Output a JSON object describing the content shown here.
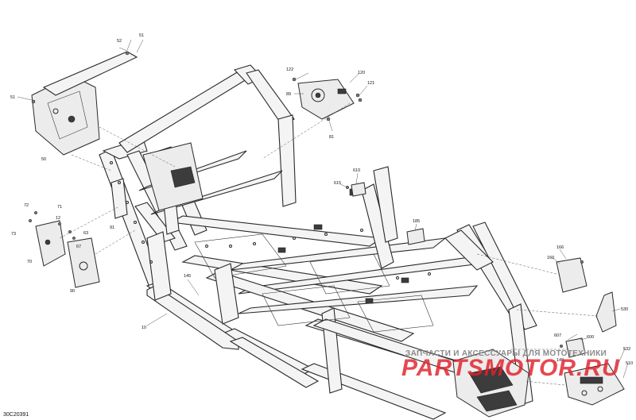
{
  "reference_code": "30C20391",
  "watermark": {
    "line1": "ЗАПЧАСТИ И АКСЕССУАРЫ ДЛЯ МОТОТЕХНИКИ",
    "line2": "PARTSMOTOR.RU"
  },
  "callouts": [
    {
      "id": "c52",
      "label": "52"
    },
    {
      "id": "c51a",
      "label": "51"
    },
    {
      "id": "c51b",
      "label": "51"
    },
    {
      "id": "c50",
      "label": "50"
    },
    {
      "id": "c122",
      "label": "122"
    },
    {
      "id": "c120",
      "label": "120"
    },
    {
      "id": "c89",
      "label": "89"
    },
    {
      "id": "c121",
      "label": "121"
    },
    {
      "id": "c81",
      "label": "81"
    },
    {
      "id": "c610",
      "label": "610"
    },
    {
      "id": "c615",
      "label": "615"
    },
    {
      "id": "c72",
      "label": "72"
    },
    {
      "id": "c71",
      "label": "71"
    },
    {
      "id": "c12",
      "label": "12"
    },
    {
      "id": "c73",
      "label": "73"
    },
    {
      "id": "c63",
      "label": "63"
    },
    {
      "id": "c91",
      "label": "91"
    },
    {
      "id": "c67",
      "label": "67"
    },
    {
      "id": "c70",
      "label": "70"
    },
    {
      "id": "c90",
      "label": "90"
    },
    {
      "id": "c145",
      "label": "145"
    },
    {
      "id": "c10",
      "label": "10"
    },
    {
      "id": "c185",
      "label": "185"
    },
    {
      "id": "c166",
      "label": "166"
    },
    {
      "id": "c160",
      "label": "160"
    },
    {
      "id": "c530",
      "label": "530"
    },
    {
      "id": "c607",
      "label": "607"
    },
    {
      "id": "c600",
      "label": "600"
    },
    {
      "id": "c140",
      "label": "140"
    },
    {
      "id": "c532",
      "label": "532"
    },
    {
      "id": "c510",
      "label": "510"
    }
  ]
}
